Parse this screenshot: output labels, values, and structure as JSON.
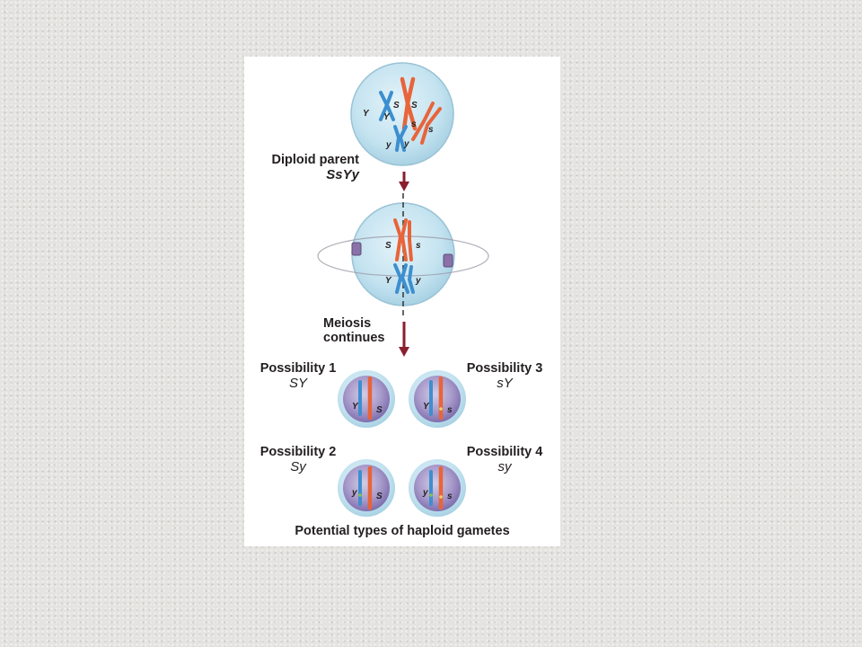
{
  "diagram": {
    "parent_label": "Diploid parent",
    "parent_genotype": "SsYy",
    "meiosis_label_line1": "Meiosis",
    "meiosis_label_line2": "continues",
    "possibilities": [
      {
        "label": "Possibility 1",
        "genotype": "SY",
        "alleles": [
          "Y",
          "S"
        ]
      },
      {
        "label": "Possibility 2",
        "genotype": "Sy",
        "alleles": [
          "y",
          "S"
        ]
      },
      {
        "label": "Possibility 3",
        "genotype": "sY",
        "alleles": [
          "Y",
          "s"
        ]
      },
      {
        "label": "Possibility 4",
        "genotype": "sy",
        "alleles": [
          "y",
          "s"
        ]
      }
    ],
    "caption": "Potential types of haploid gametes",
    "parent_cell_alleles": [
      "Y",
      "Y",
      "S",
      "S",
      "s",
      "s",
      "y",
      "y"
    ],
    "metaphase_alleles": [
      "S",
      "s",
      "Y",
      "y"
    ]
  },
  "colors": {
    "cell_fill": "#c9e6f2",
    "gamete_fill": "#9c8fc2",
    "arrow": "#8a1f2e",
    "chromosome_blue": "#3d8fcf",
    "chromosome_orange": "#e8643a",
    "spindle_pole": "#8a72a8"
  }
}
